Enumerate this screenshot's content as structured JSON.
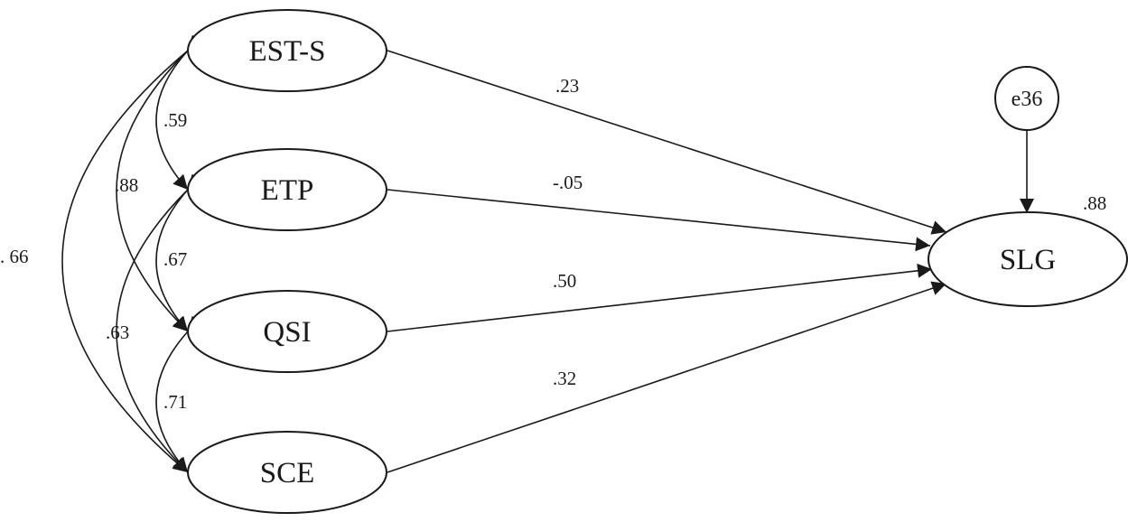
{
  "nodes": {
    "est_s": "EST-S",
    "etp": "ETP",
    "qsi": "QSI",
    "sce": "SCE",
    "slg": "SLG",
    "e36": "e36"
  },
  "paths": {
    "est_s_slg": ".23",
    "etp_slg": "-.05",
    "qsi_slg": ".50",
    "sce_slg": ".32"
  },
  "covariances": {
    "est_s_etp": ".59",
    "est_s_qsi": ".88",
    "est_s_sce": ". 66",
    "etp_qsi": ".67",
    "etp_sce": ".63",
    "qsi_sce": ".71"
  },
  "r_squared": {
    "slg": ".88"
  },
  "colors": {
    "stroke": "#1a1a1a",
    "background": "#ffffff"
  }
}
